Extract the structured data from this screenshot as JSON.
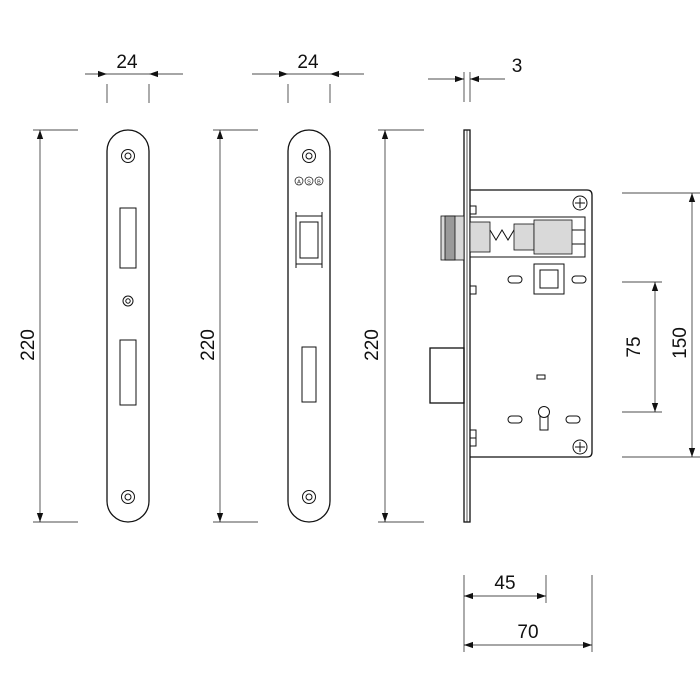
{
  "drawing": {
    "dimensions": {
      "plate_width_left": "24",
      "plate_width_middle": "24",
      "plate_thickness": "3",
      "plate_height_left": "220",
      "plate_height_middle": "220",
      "plate_height_right": "220",
      "distance_75": "75",
      "case_height": "150",
      "backset": "45",
      "case_depth": "70"
    },
    "plate_marking": "ASB"
  }
}
